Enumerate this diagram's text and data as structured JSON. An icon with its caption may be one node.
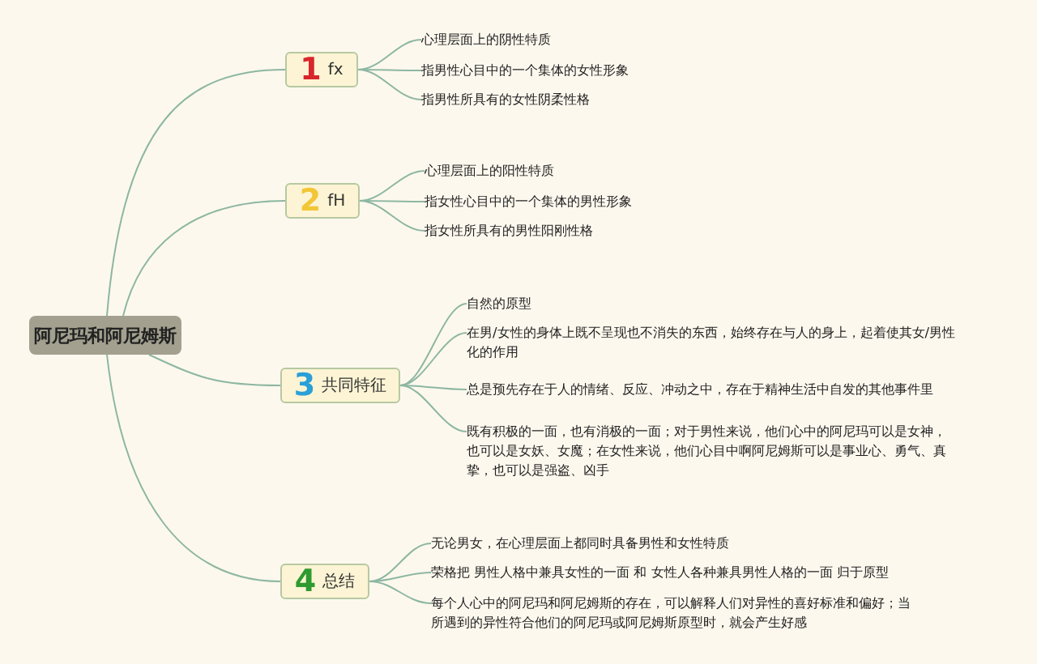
{
  "diagram": {
    "nodes": [
      {
        "text": [
          "阿尼玛和阿尼姆斯"
        ]
      },
      {
        "text": [
          "1",
          "fx"
        ]
      },
      {
        "text": [
          "2",
          "fH"
        ]
      },
      {
        "text": [
          "3",
          "共同特征"
        ]
      },
      {
        "text": [
          "4",
          "总结"
        ]
      },
      {
        "text": [
          "心理层面上的阴性特质"
        ]
      },
      {
        "text": [
          "指男性心目中的一个集体的女性形象"
        ]
      },
      {
        "text": [
          "指男性所具有的女性阴柔性格"
        ]
      },
      {
        "text": [
          "心理层面上的阳性特质"
        ]
      },
      {
        "text": [
          "指女性心目中的一个集体的男性形象"
        ]
      },
      {
        "text": [
          "指女性所具有的男性阳刚性格"
        ]
      },
      {
        "text": [
          "自然的原型"
        ]
      },
      {
        "text": [
          "在男/女性的身体上既不呈现也不消失的东西，始终存在与人的身上，起着使其女/男性化的作用"
        ]
      },
      {
        "text": [
          "总是预先存在于人的情绪、反应、冲动之中，存在于精神生活中自发的其他事件里"
        ]
      },
      {
        "text": [
          "既有积极的一面，也有消极的一面；对于男性来说，他们心中的阿尼玛可以是女神，也可以是女妖、女魔；在女性来说，他们心目中啊阿尼姆斯可以是事业心、勇气、真挚，也可以是强盗、凶手"
        ]
      },
      {
        "text": [
          "无论男女，在心理层面上都同时具备男性和女性特质"
        ]
      },
      {
        "text": [
          "荣格把 男性人格中兼具女性的一面 和 女性人各种兼具男性人格的一面 归于原型"
        ]
      },
      {
        "text": [
          "每个人心中的阿尼玛和阿尼姆斯的存在，可以解释人们对异性的喜好标准和偏好；当所遇到的异性符合他们的阿尼玛或阿尼姆斯原型时，就会产生好感"
        ]
      }
    ],
    "edges": [
      {
        "from": 0,
        "to": 1,
        "arrow": "none"
      },
      {
        "from": 0,
        "to": 2,
        "arrow": "none"
      },
      {
        "from": 0,
        "to": 3,
        "arrow": "none"
      },
      {
        "from": 0,
        "to": 4,
        "arrow": "none"
      },
      {
        "from": 1,
        "to": 5,
        "arrow": "none"
      },
      {
        "from": 1,
        "to": 6,
        "arrow": "none"
      },
      {
        "from": 1,
        "to": 7,
        "arrow": "none"
      },
      {
        "from": 2,
        "to": 8,
        "arrow": "none"
      },
      {
        "from": 2,
        "to": 9,
        "arrow": "none"
      },
      {
        "from": 2,
        "to": 10,
        "arrow": "none"
      },
      {
        "from": 3,
        "to": 11,
        "arrow": "none"
      },
      {
        "from": 3,
        "to": 12,
        "arrow": "none"
      },
      {
        "from": 3,
        "to": 13,
        "arrow": "none"
      },
      {
        "from": 3,
        "to": 14,
        "arrow": "none"
      },
      {
        "from": 4,
        "to": 15,
        "arrow": "none"
      },
      {
        "from": 4,
        "to": 16,
        "arrow": "none"
      },
      {
        "from": 4,
        "to": 17,
        "arrow": "none"
      }
    ]
  }
}
